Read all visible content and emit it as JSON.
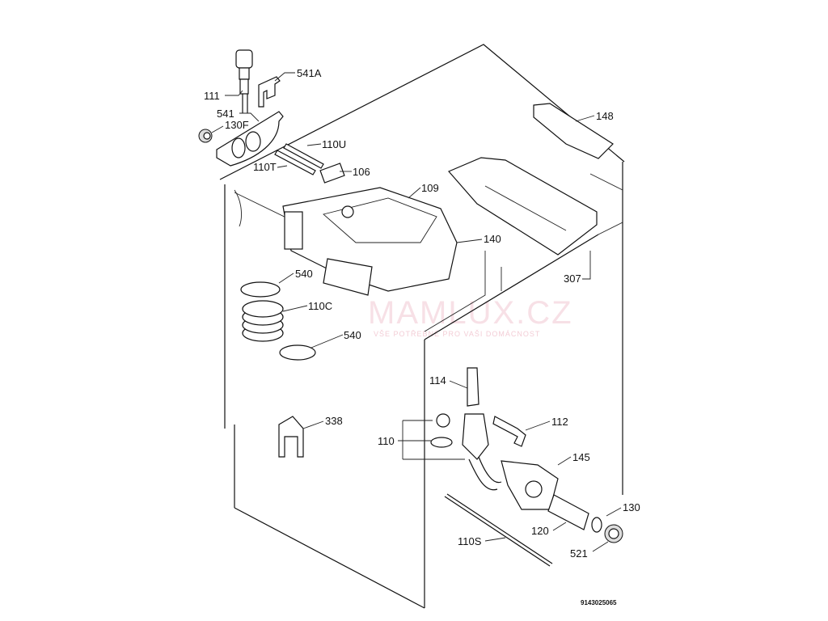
{
  "diagram": {
    "labels": {
      "p111": "111",
      "p541a": "541A",
      "p541": "541",
      "p130f": "130F",
      "p110u": "110U",
      "p110t": "110T",
      "p106": "106",
      "p109": "109",
      "p148": "148",
      "p140": "140",
      "p307": "307",
      "p540a": "540",
      "p110c": "110C",
      "p540b": "540",
      "p114": "114",
      "p338": "338",
      "p110": "110",
      "p112": "112",
      "p145": "145",
      "p130": "130",
      "p120": "120",
      "p110s": "110S",
      "p521": "521"
    },
    "drawing_code": "9143025065",
    "watermark": {
      "brand": "MAMLUX.CZ",
      "tagline": "VŠE POTŘEBNÉ PRO VAŠI DOMÁCNOST"
    }
  }
}
